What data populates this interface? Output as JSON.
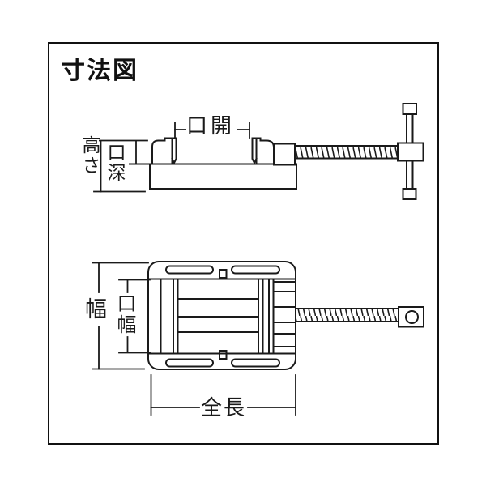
{
  "title": "寸法図",
  "side_view": {
    "labels": {
      "jaw_opening": "口開",
      "height": "高さ",
      "jaw_depth": "口深"
    }
  },
  "top_view": {
    "labels": {
      "width": "幅",
      "jaw_width": "口幅",
      "overall_length": "全長"
    }
  },
  "colors": {
    "line": "#1a1a1a",
    "background": "#ffffff"
  }
}
